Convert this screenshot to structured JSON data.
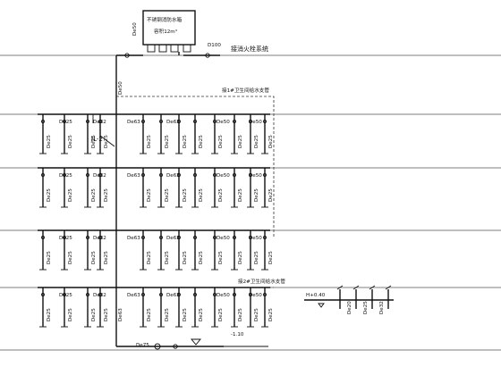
{
  "tank": {
    "title": "不锈钢消防水箱",
    "volume": "容积12m³",
    "riser_size": "De50"
  },
  "fire_supply": {
    "size": "D100",
    "label": "接消火栓系统"
  },
  "riser": {
    "tag": "JL-2",
    "size_upper": "De50",
    "size_lower": "De63"
  },
  "branch_notes": {
    "upper": "接1#卫生间给水支管",
    "lower": "接2#卫生间给水支管"
  },
  "floors": [
    {
      "main_labels": [
        "De25",
        "De32",
        "De63",
        "De63",
        "De50",
        "De50"
      ],
      "drop_labels": [
        "De25",
        "De25",
        "De25",
        "De25",
        "De25",
        "De25",
        "De25",
        "De25",
        "De25",
        "De25",
        "De25",
        "De25"
      ]
    },
    {
      "main_labels": [
        "De25",
        "De32",
        "De63",
        "De63",
        "De50",
        "De50"
      ],
      "drop_labels": [
        "De25",
        "De25",
        "De25",
        "De25",
        "De25",
        "De25",
        "De25",
        "De25",
        "De25",
        "De25",
        "De25",
        "De25"
      ]
    },
    {
      "main_labels": [
        "De25",
        "De32",
        "De63",
        "De63",
        "De50",
        "De50"
      ],
      "drop_labels": [
        "De25",
        "De25",
        "De25",
        "De25",
        "De25",
        "De25",
        "De25",
        "De25",
        "De25",
        "De25",
        "De25",
        "De25"
      ]
    },
    {
      "main_labels": [
        "De25",
        "De32",
        "De63",
        "De63",
        "De50",
        "De50"
      ],
      "drop_labels": [
        "De25",
        "De25",
        "De25",
        "De25",
        "De25",
        "De25",
        "De25",
        "De25",
        "De25",
        "De25",
        "De25",
        "De25"
      ]
    }
  ],
  "detail": {
    "elevation": "H+0.40",
    "sizes": [
      "De20",
      "De25",
      "De32"
    ]
  },
  "inlet": {
    "size": "De75",
    "elevation": "-1.10"
  },
  "colors": {
    "line": "#111111",
    "floor_line": "#555555",
    "background": "#ffffff"
  }
}
